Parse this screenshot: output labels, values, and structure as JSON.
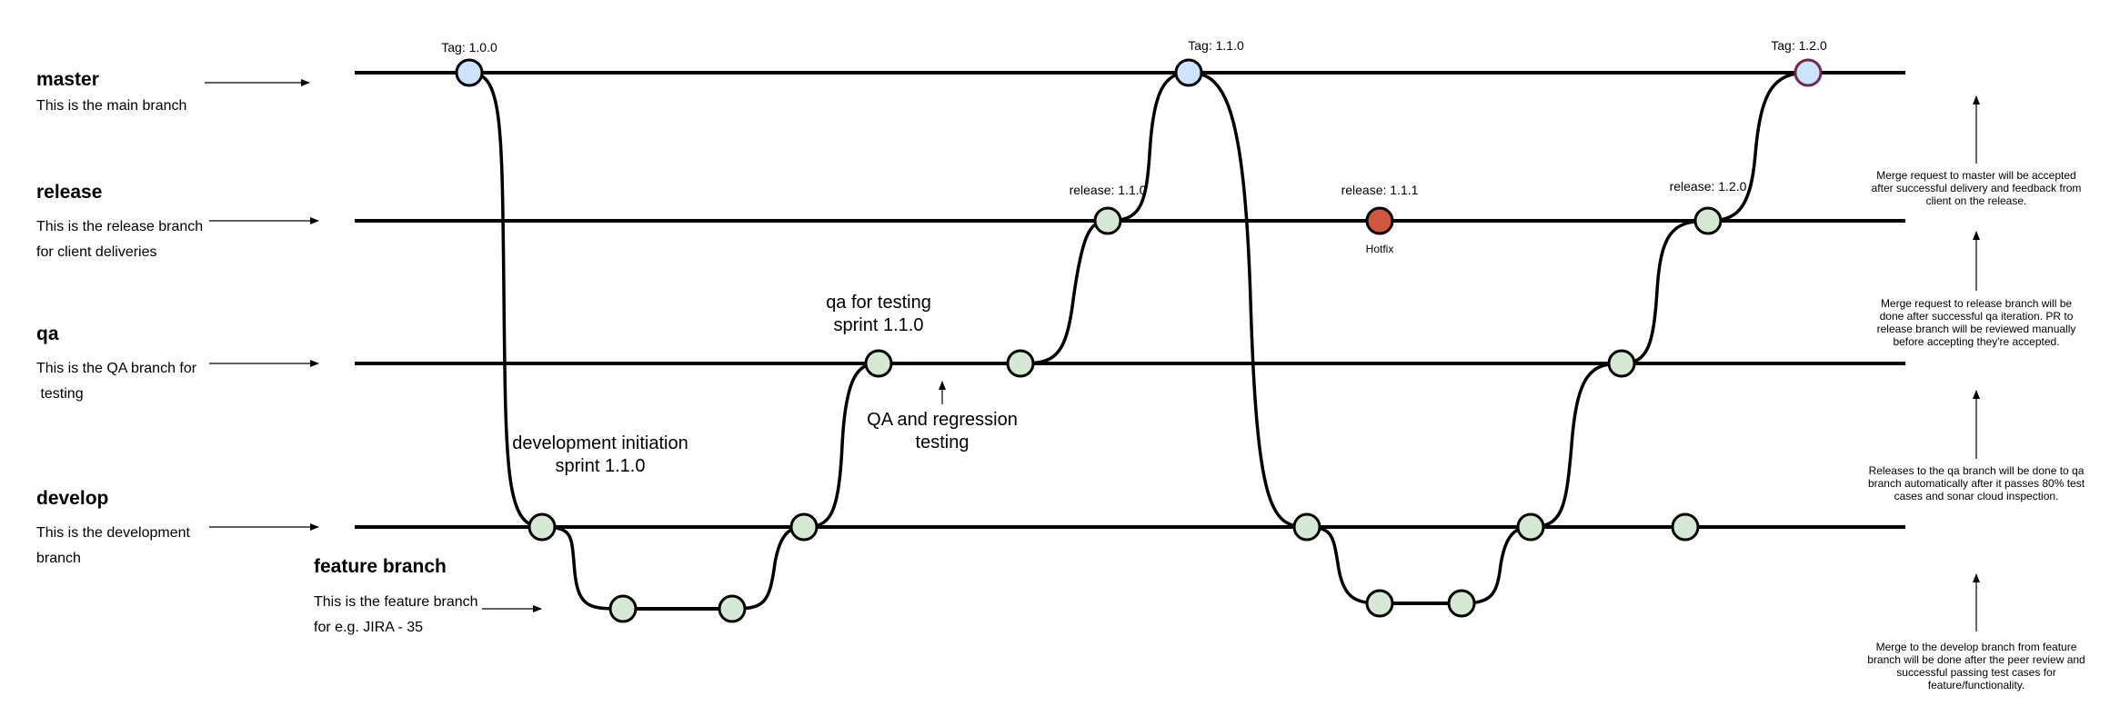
{
  "branches": [
    {
      "id": "master",
      "name": "master",
      "desc": [
        "This is the main branch"
      ]
    },
    {
      "id": "release",
      "name": "release",
      "desc": [
        "This is the release branch",
        "for client deliveries"
      ]
    },
    {
      "id": "qa",
      "name": "qa",
      "desc": [
        "This is the QA branch for",
        " testing"
      ]
    },
    {
      "id": "develop",
      "name": "develop",
      "desc": [
        "This is the development",
        "branch"
      ]
    },
    {
      "id": "feature",
      "name": "feature branch",
      "desc": [
        "This is the feature branch",
        "for e.g. JIRA - 35"
      ]
    }
  ],
  "tags": {
    "master_100": "Tag: 1.0.0",
    "master_110": "Tag: 1.1.0",
    "master_120": "Tag: 1.2.0",
    "release_110": "release: 1.1.0",
    "release_111": "release: 1.1.1",
    "release_120": "release: 1.2.0",
    "hotfix": "Hotfix"
  },
  "annotations": {
    "dev_init": [
      "development initiation",
      "sprint 1.1.0"
    ],
    "qa_testing": [
      "qa for testing",
      "sprint 1.1.0"
    ],
    "qa_regression": [
      "QA and regression",
      "testing"
    ]
  },
  "notes": {
    "master_merge": "Merge request to master will be accepted after successful delivery and feedback from client on the release.",
    "release_merge": "Merge request to release branch will be done after successful qa iteration. PR to release branch will be reviewed manually before accepting they're accepted.",
    "qa_release": "Releases to the qa branch will be done to qa branch automatically after it passes 80% test cases and sonar cloud inspection.",
    "develop_merge": "Merge to the develop branch from feature branch will be done after the peer review and successful passing test cases for feature/functionality."
  },
  "colors": {
    "line": "#000000",
    "master_commit": "#cce5ff",
    "commit": "#d5e8d4",
    "hotfix_commit": "#d0573e",
    "tag_120_stroke": "#6f2a4d"
  }
}
